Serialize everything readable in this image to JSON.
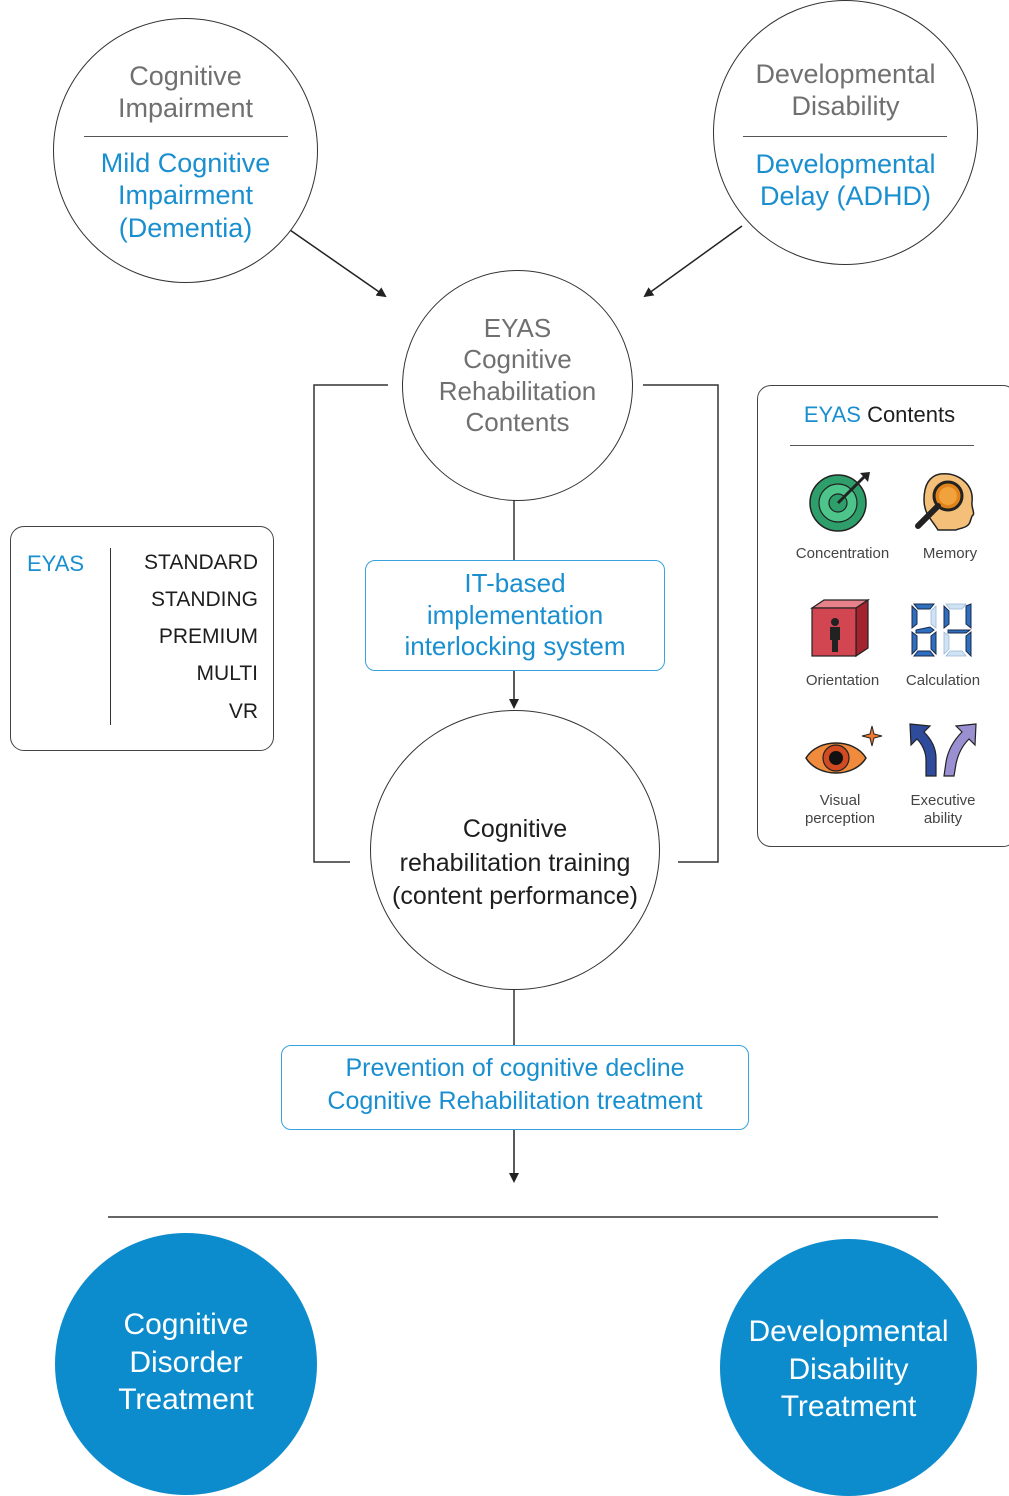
{
  "top_left": {
    "category": [
      "Cognitive",
      "Impairment"
    ],
    "condition": [
      "Mild Cognitive",
      "Impairment",
      "(Dementia)"
    ]
  },
  "top_right": {
    "category": [
      "Developmental",
      "Disability"
    ],
    "condition": [
      "Developmental",
      "Delay (ADHD)"
    ]
  },
  "center": {
    "title": [
      "EYAS",
      "Cognitive",
      "Rehabilitation",
      "Contents"
    ],
    "system": [
      "IT-based",
      "implementation",
      "interlocking system"
    ],
    "training": [
      "Cognitive",
      "rehabilitation training",
      "(content performance)"
    ],
    "outcome": [
      "Prevention of cognitive decline",
      "Cognitive Rehabilitation treatment"
    ]
  },
  "products": {
    "brand": "EYAS",
    "items": [
      "STANDARD",
      "STANDING",
      "PREMIUM",
      "MULTI",
      "VR"
    ]
  },
  "contents_panel": {
    "brand": "EYAS",
    "title": "Contents",
    "items": [
      {
        "label": "Concentration",
        "icon": "target-icon"
      },
      {
        "label": "Memory",
        "icon": "magnifier-head-icon"
      },
      {
        "label": "Orientation",
        "icon": "person-cube-icon"
      },
      {
        "label": "Calculation",
        "icon": "digital-number-icon"
      },
      {
        "label": [
          "Visual",
          "perception"
        ],
        "icon": "eye-icon"
      },
      {
        "label": [
          "Executive",
          "ability"
        ],
        "icon": "split-arrows-icon"
      }
    ]
  },
  "results": {
    "left": [
      "Cognitive",
      "Disorder",
      "Treatment"
    ],
    "right": [
      "Developmental",
      "Disability",
      "Treatment"
    ]
  },
  "colors": {
    "accent": "#1a8fd0",
    "filled": "#0c8ccc",
    "text_grey": "#707070"
  }
}
